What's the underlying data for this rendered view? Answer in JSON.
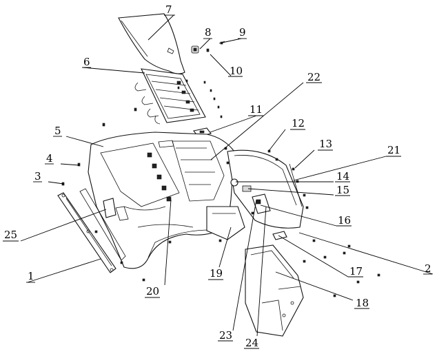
{
  "diagram": {
    "labels": [
      {
        "id": "l1",
        "text": "1"
      },
      {
        "id": "l2",
        "text": "2"
      },
      {
        "id": "l3",
        "text": "3"
      },
      {
        "id": "l4",
        "text": "4"
      },
      {
        "id": "l5",
        "text": "5"
      },
      {
        "id": "l6",
        "text": "6"
      },
      {
        "id": "l7",
        "text": "7"
      },
      {
        "id": "l8",
        "text": "8"
      },
      {
        "id": "l9",
        "text": "9"
      },
      {
        "id": "l10",
        "text": "10"
      },
      {
        "id": "l11",
        "text": "11"
      },
      {
        "id": "l12",
        "text": "12"
      },
      {
        "id": "l13",
        "text": "13"
      },
      {
        "id": "l14",
        "text": "14"
      },
      {
        "id": "l15",
        "text": "15"
      },
      {
        "id": "l16",
        "text": "16"
      },
      {
        "id": "l17",
        "text": "17"
      },
      {
        "id": "l18",
        "text": "18"
      },
      {
        "id": "l19",
        "text": "19"
      },
      {
        "id": "l20",
        "text": "20"
      },
      {
        "id": "l21",
        "text": "21"
      },
      {
        "id": "l22",
        "text": "22"
      },
      {
        "id": "l23",
        "text": "23"
      },
      {
        "id": "l24",
        "text": "24"
      },
      {
        "id": "l25",
        "text": "25"
      }
    ]
  }
}
